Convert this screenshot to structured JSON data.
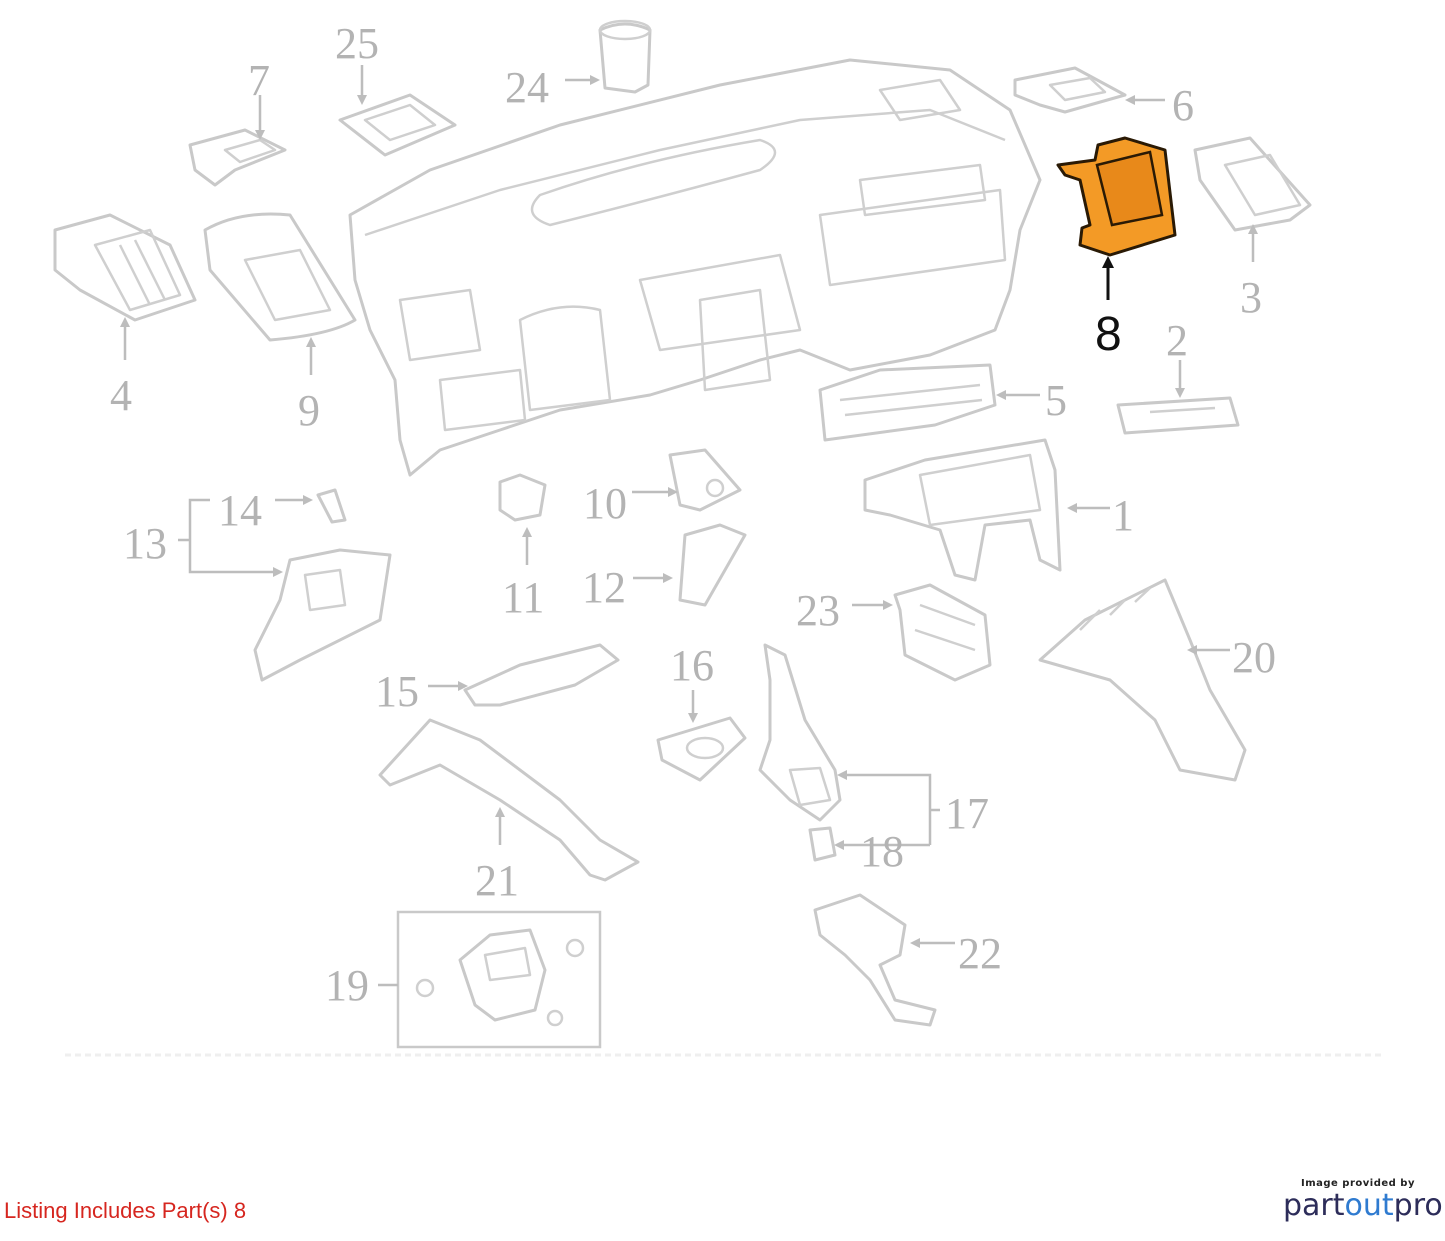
{
  "callouts": {
    "c1": "1",
    "c2": "2",
    "c3": "3",
    "c4": "4",
    "c5": "5",
    "c6": "6",
    "c7": "7",
    "c8": "8",
    "c9": "9",
    "c10": "10",
    "c11": "11",
    "c12": "12",
    "c13": "13",
    "c14": "14",
    "c15": "15",
    "c16": "16",
    "c17": "17",
    "c18": "18",
    "c19": "19",
    "c20": "20",
    "c21": "21",
    "c22": "22",
    "c23": "23",
    "c24": "24",
    "c25": "25"
  },
  "highlighted_part": "8",
  "highlight_color": "#f39a26",
  "footer": {
    "listing_note": "Listing Includes Part(s) 8",
    "credit_small": "Image provided by",
    "credit_brand_a": "part",
    "credit_brand_b": "out",
    "credit_brand_c": "pro"
  }
}
